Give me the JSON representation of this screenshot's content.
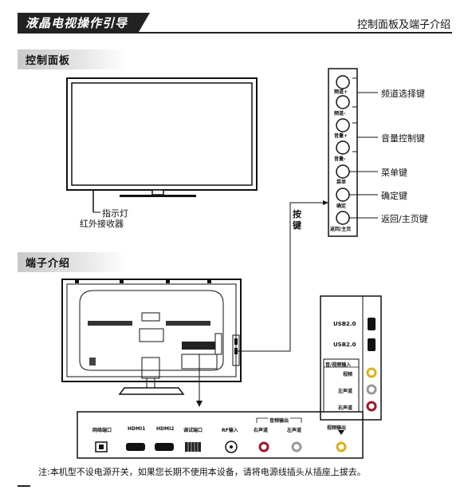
{
  "header": {
    "title": "液晶电视操作引导",
    "section": "控制面板及端子介绍"
  },
  "sections": {
    "control_panel": "控制面板",
    "terminals": "端子介绍"
  },
  "tv_labels": {
    "indicator": "指示灯",
    "ir_receiver": "红外接收器",
    "buttons_vertical": [
      "按",
      "键"
    ]
  },
  "panel_buttons": [
    {
      "label": "频道+"
    },
    {
      "label": "频道-"
    },
    {
      "label": "音量+"
    },
    {
      "label": "音量-"
    },
    {
      "label": "菜单"
    },
    {
      "label": "确定"
    },
    {
      "label": "返回/主页"
    }
  ],
  "panel_callouts": {
    "channel": "频道选择键",
    "volume": "音量控制键",
    "menu": "菜单键",
    "ok": "确定键",
    "back": "返回/主页键"
  },
  "side_ports": {
    "usb1": "USB2.0",
    "usb2": "USB2.0",
    "av_in": "音/视频输入",
    "video": "视频",
    "left": "左声道",
    "right": "右声道"
  },
  "bottom_ports": {
    "network": "网络端口",
    "hdmi1": "HDMI1",
    "hdmi2": "HDMI2",
    "debug": "调试端口",
    "rf": "RF输入",
    "audio_out": "音频输出",
    "audio_right": "右声道",
    "audio_left": "左声道",
    "video_out": "视频输出"
  },
  "footer_note": "注:本机型不设电源开关，如果您长期不使用本设备，请将电源线插头从插座上拔去。",
  "colors": {
    "rca_red": "#a0182a",
    "rca_yellow": "#d9b21a",
    "rca_white": "#9a9a9a"
  }
}
